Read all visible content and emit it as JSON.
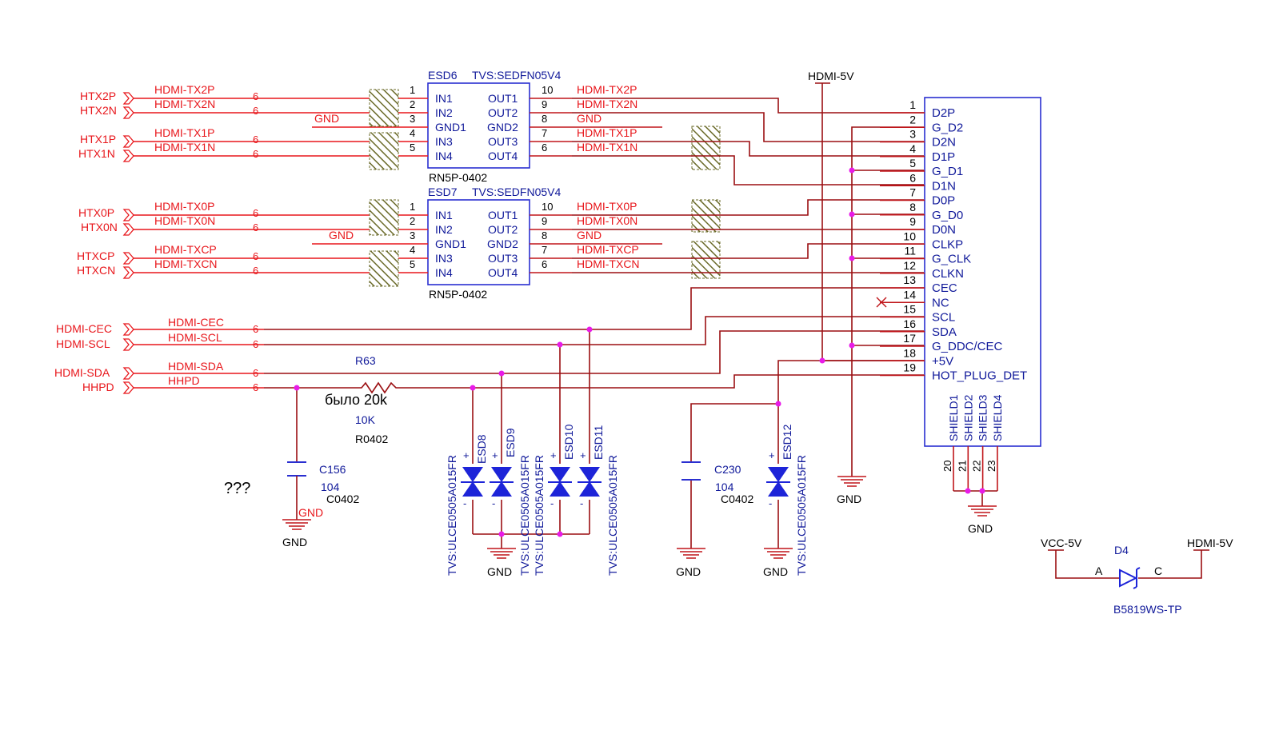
{
  "esd6": {
    "ref": "ESD6",
    "value": "TVS:SEDFN05V4",
    "footprint": "RN5P-0402",
    "left_pins": [
      {
        "num": "1",
        "name": "IN1"
      },
      {
        "num": "2",
        "name": "IN2"
      },
      {
        "num": "3",
        "name": "GND1"
      },
      {
        "num": "4",
        "name": "IN3"
      },
      {
        "num": "5",
        "name": "IN4"
      }
    ],
    "right_pins": [
      {
        "num": "10",
        "name": "OUT1",
        "net": "HDMI-TX2P"
      },
      {
        "num": "9",
        "name": "OUT2",
        "net": "HDMI-TX2N"
      },
      {
        "num": "8",
        "name": "GND2",
        "net": "GND"
      },
      {
        "num": "7",
        "name": "OUT3",
        "net": "HDMI-TX1P"
      },
      {
        "num": "6",
        "name": "OUT4",
        "net": "HDMI-TX1N"
      }
    ],
    "in_nets": [
      {
        "port": "HTX2P",
        "net": "HDMI-TX2P",
        "sheet": "6"
      },
      {
        "port": "HTX2N",
        "net": "HDMI-TX2N",
        "sheet": "6"
      },
      {
        "port": "",
        "net": "GND",
        "sheet": ""
      },
      {
        "port": "HTX1P",
        "net": "HDMI-TX1P",
        "sheet": "6"
      },
      {
        "port": "HTX1N",
        "net": "HDMI-TX1N",
        "sheet": "6"
      }
    ]
  },
  "esd7": {
    "ref": "ESD7",
    "value": "TVS:SEDFN05V4",
    "footprint": "RN5P-0402",
    "left_pins": [
      {
        "num": "1",
        "name": "IN1"
      },
      {
        "num": "2",
        "name": "IN2"
      },
      {
        "num": "3",
        "name": "GND1"
      },
      {
        "num": "4",
        "name": "IN3"
      },
      {
        "num": "5",
        "name": "IN4"
      }
    ],
    "right_pins": [
      {
        "num": "10",
        "name": "OUT1",
        "net": "HDMI-TX0P"
      },
      {
        "num": "9",
        "name": "OUT2",
        "net": "HDMI-TX0N"
      },
      {
        "num": "8",
        "name": "GND2",
        "net": "GND"
      },
      {
        "num": "7",
        "name": "OUT3",
        "net": "HDMI-TXCP"
      },
      {
        "num": "6",
        "name": "OUT4",
        "net": "HDMI-TXCN"
      }
    ],
    "in_nets": [
      {
        "port": "HTX0P",
        "net": "HDMI-TX0P",
        "sheet": "6"
      },
      {
        "port": "HTX0N",
        "net": "HDMI-TX0N",
        "sheet": "6"
      },
      {
        "port": "",
        "net": "GND",
        "sheet": ""
      },
      {
        "port": "HTXCP",
        "net": "HDMI-TXCP",
        "sheet": "6"
      },
      {
        "port": "HTXCN",
        "net": "HDMI-TXCN",
        "sheet": "6"
      }
    ]
  },
  "ctrl_nets": [
    {
      "port": "HDMI-CEC",
      "net": "HDMI-CEC",
      "sheet": "6"
    },
    {
      "port": "HDMI-SCL",
      "net": "HDMI-SCL",
      "sheet": "6"
    },
    {
      "port": "HDMI-SDA",
      "net": "HDMI-SDA",
      "sheet": "6"
    },
    {
      "port": "HHPD",
      "net": "HHPD",
      "sheet": "6"
    }
  ],
  "connector": {
    "pins": [
      {
        "num": "1",
        "name": "D2P"
      },
      {
        "num": "2",
        "name": "G_D2"
      },
      {
        "num": "3",
        "name": "D2N"
      },
      {
        "num": "4",
        "name": "D1P"
      },
      {
        "num": "5",
        "name": "G_D1"
      },
      {
        "num": "6",
        "name": "D1N"
      },
      {
        "num": "7",
        "name": "D0P"
      },
      {
        "num": "8",
        "name": "G_D0"
      },
      {
        "num": "9",
        "name": "D0N"
      },
      {
        "num": "10",
        "name": "CLKP"
      },
      {
        "num": "11",
        "name": "G_CLK"
      },
      {
        "num": "12",
        "name": "CLKN"
      },
      {
        "num": "13",
        "name": "CEC"
      },
      {
        "num": "14",
        "name": "NC"
      },
      {
        "num": "15",
        "name": "SCL"
      },
      {
        "num": "16",
        "name": "SDA"
      },
      {
        "num": "17",
        "name": "G_DDC/CEC"
      },
      {
        "num": "18",
        "name": "+5V"
      },
      {
        "num": "19",
        "name": "HOT_PLUG_DET"
      }
    ],
    "shields": [
      {
        "num": "20",
        "name": "SHIELD1"
      },
      {
        "num": "21",
        "name": "SHIELD2"
      },
      {
        "num": "22",
        "name": "SHIELD3"
      },
      {
        "num": "23",
        "name": "SHIELD4"
      }
    ]
  },
  "power": {
    "hdmi5v": "HDMI-5V",
    "vcc5v": "VCC-5V"
  },
  "gnd_label": "GND",
  "r63": {
    "ref": "R63",
    "note": "было 20k",
    "value": "10K",
    "footprint": "R0402"
  },
  "c156": {
    "ref": "C156",
    "value": "104",
    "footprint": "C0402"
  },
  "c230": {
    "ref": "C230",
    "value": "104",
    "footprint": "C0402"
  },
  "question": "???",
  "tvs": [
    {
      "ref": "ESD8",
      "value": "TVS:ULCE0505A015FR"
    },
    {
      "ref": "ESD9",
      "value": "TVS:ULCE0505A015FR"
    },
    {
      "ref": "ESD10",
      "value": "TVS:ULCE0505A015FR"
    },
    {
      "ref": "ESD11",
      "value": "TVS:ULCE0505A015FR"
    },
    {
      "ref": "ESD12",
      "value": "TVS:ULCE0505A015FR"
    }
  ],
  "d4": {
    "ref": "D4",
    "value": "B5819WS-TP",
    "anode": "A",
    "cathode": "C"
  },
  "colors": {
    "signal": "#e8161b",
    "component": "#10199a",
    "wire": "#9b0f12",
    "junction": "#e81be8"
  }
}
